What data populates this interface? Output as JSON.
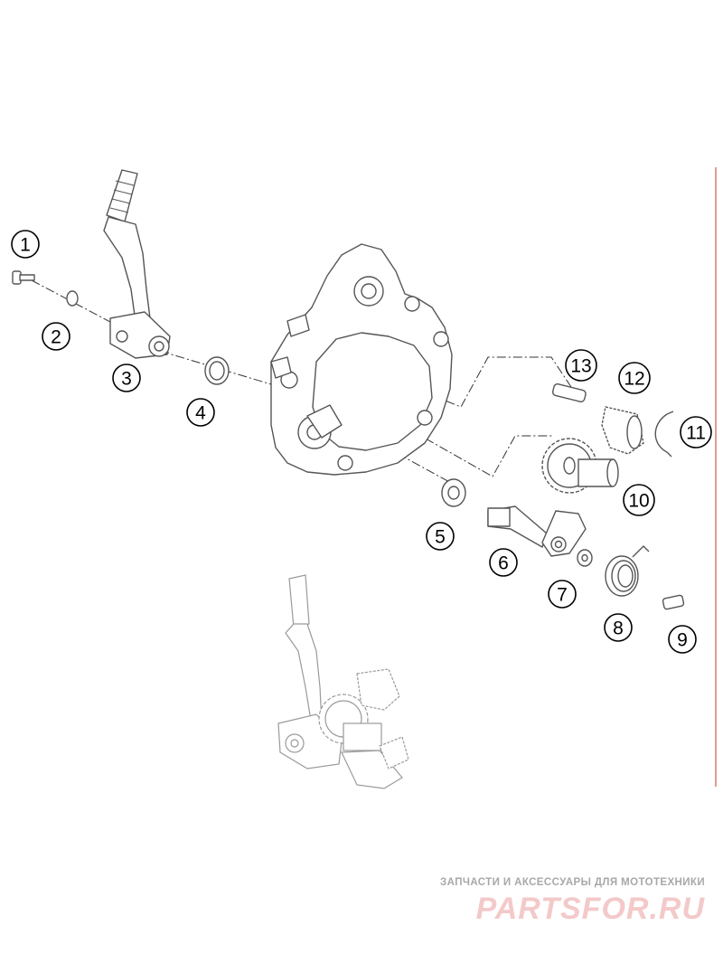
{
  "diagram": {
    "callouts": [
      {
        "id": 1,
        "label": "1"
      },
      {
        "id": 2,
        "label": "2"
      },
      {
        "id": 3,
        "label": "3"
      },
      {
        "id": 4,
        "label": "4"
      },
      {
        "id": 5,
        "label": "5"
      },
      {
        "id": 6,
        "label": "6"
      },
      {
        "id": 7,
        "label": "7"
      },
      {
        "id": 8,
        "label": "8"
      },
      {
        "id": 9,
        "label": "9"
      },
      {
        "id": 10,
        "label": "10"
      },
      {
        "id": 11,
        "label": "11"
      },
      {
        "id": 12,
        "label": "12"
      },
      {
        "id": 13,
        "label": "13"
      }
    ]
  },
  "watermark": {
    "tagline": "ЗАПЧАСТИ И АКСЕССУАРЫ ДЛЯ МОТОТЕХНИКИ",
    "logo": "PARTSFOR.RU"
  },
  "colors": {
    "line": "#555555",
    "ghost": "#9a9a9a",
    "edge": "#c0392b",
    "watermark_logo": "#f3c9c9"
  }
}
